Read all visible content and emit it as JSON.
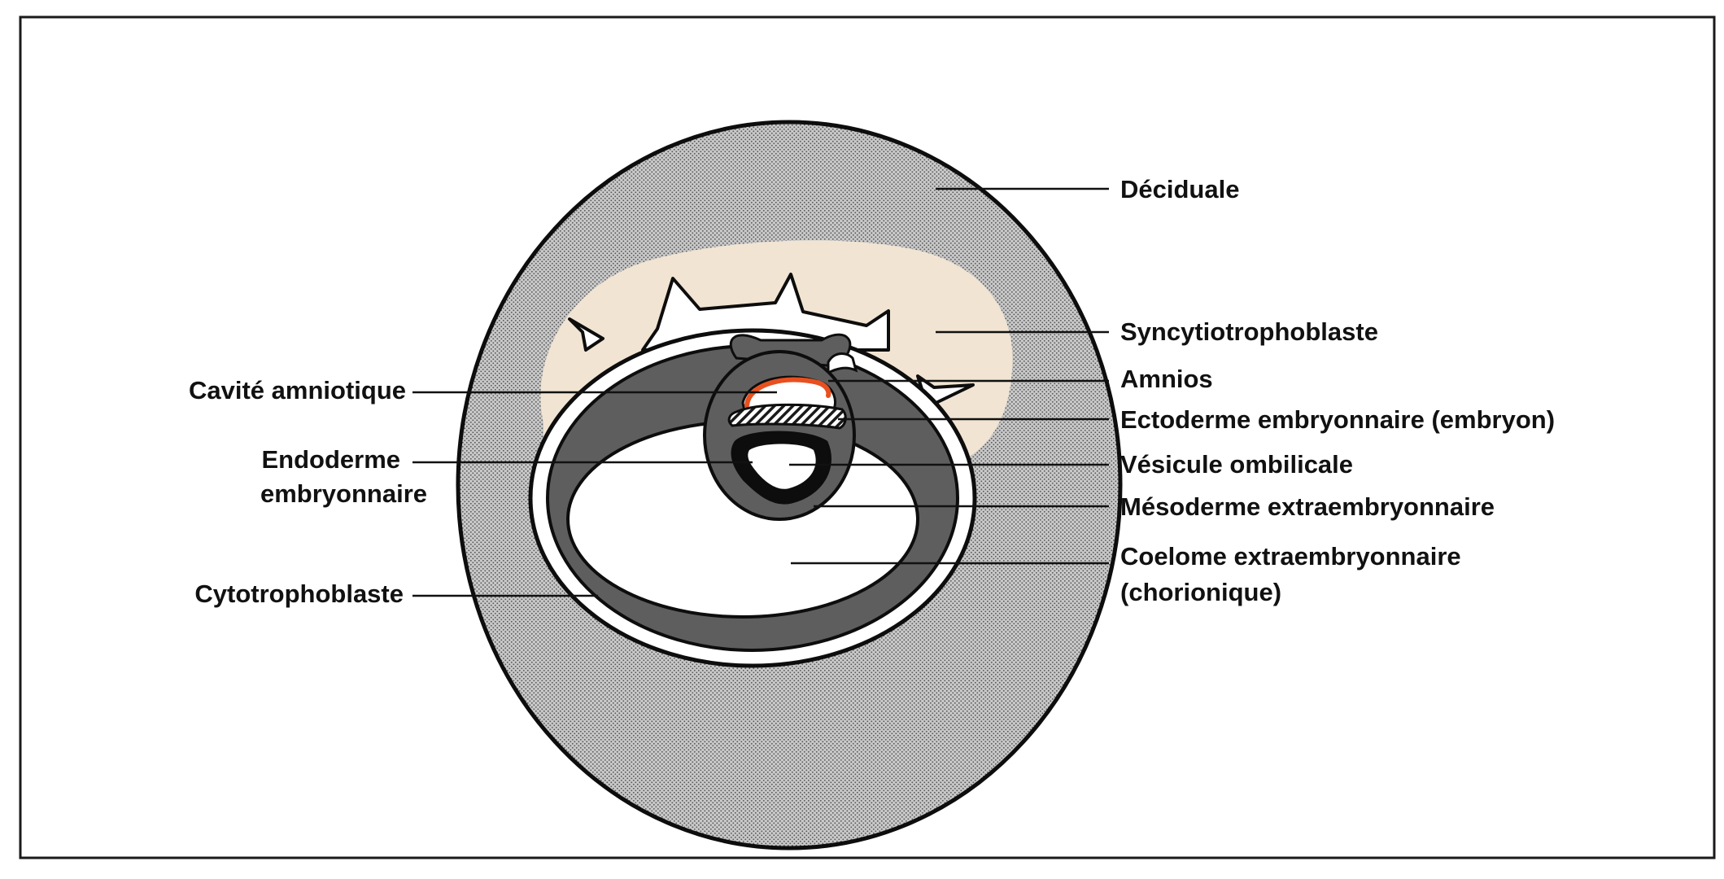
{
  "colors": {
    "background": "#ffffff",
    "frame": "#1a1a1a",
    "decidua_base": "#c9c9c9",
    "decidua_dot": "#5a5a5a",
    "syncytiotrophoblast": "#f1e4d2",
    "mesoderm": "#5e5e5e",
    "outline": "#0d0d0d",
    "amnion": "#e8501f",
    "text": "#111111"
  },
  "labels": {
    "deciduale": "Déciduale",
    "syncytiotrophoblaste": "Syncytiotrophoblaste",
    "amnios": "Amnios",
    "ectoderme": "Ectoderme embryonnaire (embryon)",
    "vesicule": "Vésicule ombilicale",
    "mesoderme": "Mésoderme extraembryonnaire",
    "coelome_line1": "Coelome extraembryonnaire",
    "coelome_line2": "(chorionique)",
    "cavite": "Cavité amniotique",
    "endoderme_line1": "Endoderme",
    "endoderme_line2": "embryonnaire",
    "cytotrophoblaste": "Cytotrophoblaste"
  }
}
